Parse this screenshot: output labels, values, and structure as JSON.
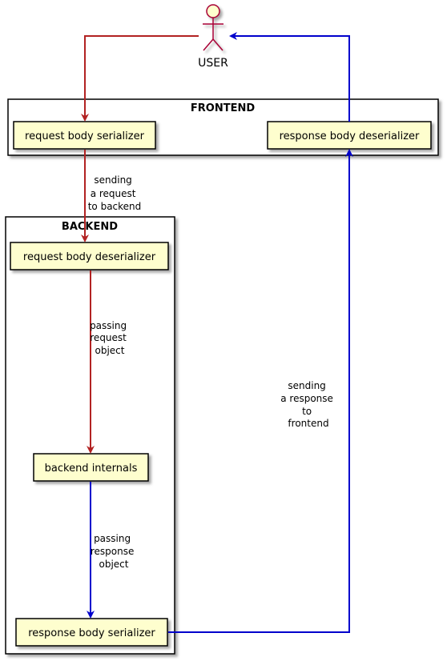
{
  "actor": {
    "label": "USER"
  },
  "groups": {
    "frontend": {
      "label": "FRONTEND"
    },
    "backend": {
      "label": "BACKEND"
    }
  },
  "nodes": {
    "request_serializer": {
      "label": "request body serializer"
    },
    "response_deserializer": {
      "label": "response body deserializer"
    },
    "request_deserializer": {
      "label": "request body deserializer"
    },
    "backend_internals": {
      "label": "backend internals"
    },
    "response_serializer": {
      "label": "response body serializer"
    }
  },
  "edge_labels": {
    "sending_request": [
      "sending",
      "a request",
      "to backend"
    ],
    "passing_request": [
      "passing",
      "request",
      "object"
    ],
    "passing_response": [
      "passing",
      "response",
      "object"
    ],
    "sending_response": [
      "sending",
      "a response",
      "to",
      "frontend"
    ]
  },
  "colors": {
    "request_flow": "#b22222",
    "response_flow": "#0000cc",
    "node_fill": "#fefece",
    "node_border": "#000000",
    "actor_border": "#a80036"
  }
}
